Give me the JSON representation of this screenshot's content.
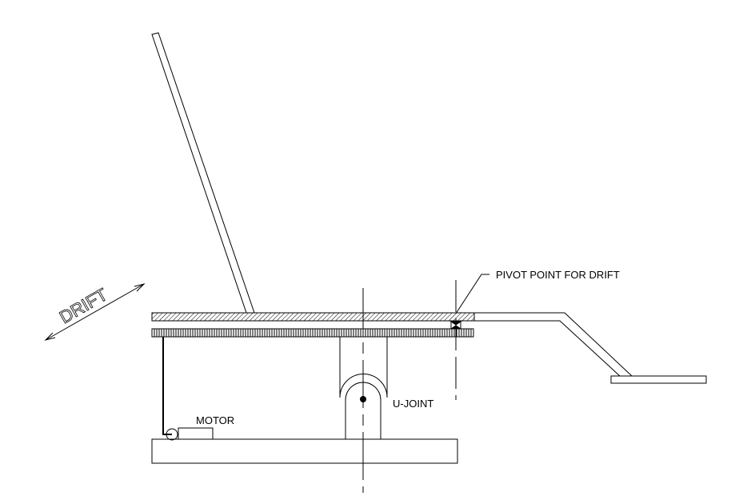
{
  "labels": {
    "drift": "DRIFT",
    "pivot": "PIVOT POINT FOR DRIFT",
    "ujoint": "U-JOINT",
    "motor": "MOTOR"
  },
  "colors": {
    "line": "#000000",
    "background": "#ffffff"
  }
}
